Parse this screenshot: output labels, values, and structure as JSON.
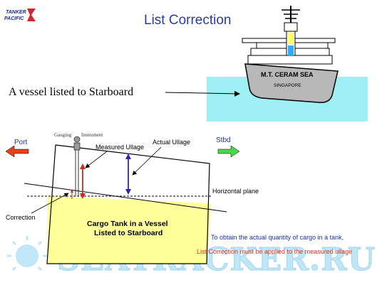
{
  "title": "List Correction",
  "logo": {
    "line1": "TANKER",
    "line2": "PACIFIC"
  },
  "vessel_caption": "A vessel listed to Starboard",
  "ship": {
    "name": "M.T. CERAM SEA",
    "port": "SINGAPORE"
  },
  "directions": {
    "port": "Port",
    "stbd": "Stbd"
  },
  "labels": {
    "gauging": "Gauging",
    "instrument": "Instrument",
    "measured_ullage": "Measured Ullage",
    "actual_ullage": "Actual Ullage",
    "horizontal_plane": "Horizontal plane",
    "correction": "Correction"
  },
  "tank": {
    "line1": "Cargo Tank in a Vessel",
    "line2": "Listed to Starboard"
  },
  "note": {
    "line1": "To obtain the actual quantity of cargo in a tank,",
    "line2": "List Correction must be applied to the measured ullage"
  },
  "watermark": "SEATRACKER.RU",
  "colors": {
    "title_blue": "#2a3aa8",
    "sea": "#9ef0f5",
    "cargo": "#ffff99",
    "port_arrow": "#e8401e",
    "stbd_arrow": "#4ad84a",
    "measured_arrow": "#c0301e",
    "actual_arrow": "#2a2aa8",
    "note_red": "#d7301e"
  }
}
